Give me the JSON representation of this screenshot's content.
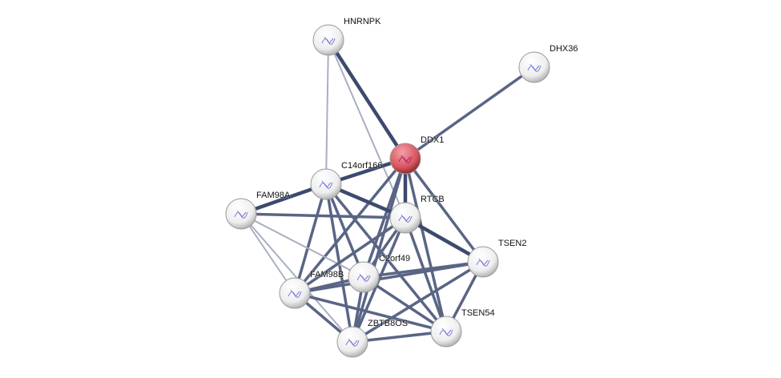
{
  "nodes": [
    {
      "id": "HNRNPK",
      "label": "HNRNPK",
      "color": "#f2f2f2",
      "query": false
    },
    {
      "id": "DHX36",
      "label": "DHX36",
      "color": "#f2f2f2",
      "query": false
    },
    {
      "id": "DDX1",
      "label": "DDX1",
      "color": "#d9545e",
      "query": true
    },
    {
      "id": "C14orf166",
      "label": "C14orf166",
      "color": "#f2f2f2",
      "query": false
    },
    {
      "id": "FAM98A",
      "label": "FAM98A",
      "color": "#f2f2f2",
      "query": false
    },
    {
      "id": "RTCB",
      "label": "RTCB",
      "color": "#f2f2f2",
      "query": false
    },
    {
      "id": "TSEN2",
      "label": "TSEN2",
      "color": "#f2f2f2",
      "query": false
    },
    {
      "id": "C2orf49",
      "label": "C2orf49",
      "color": "#f2f2f2",
      "query": false
    },
    {
      "id": "FAM98B",
      "label": "FAM98B",
      "color": "#f2f2f2",
      "query": false
    },
    {
      "id": "TSEN54",
      "label": "TSEN54",
      "color": "#f2f2f2",
      "query": false
    },
    {
      "id": "ZBTB8OS",
      "label": "ZBTB8OS",
      "color": "#f2f2f2",
      "query": false
    }
  ],
  "edges": [
    [
      "HNRNPK",
      "DDX1",
      "strong"
    ],
    [
      "HNRNPK",
      "C14orf166",
      "weak"
    ],
    [
      "HNRNPK",
      "RTCB",
      "weak"
    ],
    [
      "DHX36",
      "DDX1",
      "medium"
    ],
    [
      "DDX1",
      "C14orf166",
      "strong"
    ],
    [
      "DDX1",
      "RTCB",
      "strong"
    ],
    [
      "DDX1",
      "TSEN2",
      "medium"
    ],
    [
      "DDX1",
      "C2orf49",
      "medium"
    ],
    [
      "DDX1",
      "FAM98B",
      "medium"
    ],
    [
      "DDX1",
      "ZBTB8OS",
      "medium"
    ],
    [
      "DDX1",
      "TSEN54",
      "medium"
    ],
    [
      "C14orf166",
      "FAM98A",
      "strong"
    ],
    [
      "C14orf166",
      "RTCB",
      "strong"
    ],
    [
      "C14orf166",
      "FAM98B",
      "medium"
    ],
    [
      "C14orf166",
      "C2orf49",
      "medium"
    ],
    [
      "C14orf166",
      "ZBTB8OS",
      "medium"
    ],
    [
      "C14orf166",
      "TSEN54",
      "medium"
    ],
    [
      "FAM98A",
      "RTCB",
      "medium"
    ],
    [
      "FAM98A",
      "FAM98B",
      "weak"
    ],
    [
      "FAM98A",
      "ZBTB8OS",
      "weak"
    ],
    [
      "FAM98A",
      "C2orf49",
      "weak"
    ],
    [
      "RTCB",
      "TSEN2",
      "strong"
    ],
    [
      "RTCB",
      "C2orf49",
      "medium"
    ],
    [
      "RTCB",
      "FAM98B",
      "medium"
    ],
    [
      "RTCB",
      "ZBTB8OS",
      "medium"
    ],
    [
      "RTCB",
      "TSEN54",
      "medium"
    ],
    [
      "TSEN2",
      "C2orf49",
      "medium"
    ],
    [
      "TSEN2",
      "FAM98B",
      "medium"
    ],
    [
      "TSEN2",
      "ZBTB8OS",
      "medium"
    ],
    [
      "TSEN2",
      "TSEN54",
      "medium"
    ],
    [
      "C2orf49",
      "FAM98B",
      "medium"
    ],
    [
      "C2orf49",
      "ZBTB8OS",
      "medium"
    ],
    [
      "C2orf49",
      "TSEN54",
      "medium"
    ],
    [
      "FAM98B",
      "ZBTB8OS",
      "medium"
    ],
    [
      "FAM98B",
      "TSEN54",
      "medium"
    ],
    [
      "ZBTB8OS",
      "TSEN54",
      "medium"
    ]
  ],
  "edge_colors": {
    "strong": "#3d4a6e",
    "medium": "#5a6585",
    "weak": "#a9aec2"
  }
}
